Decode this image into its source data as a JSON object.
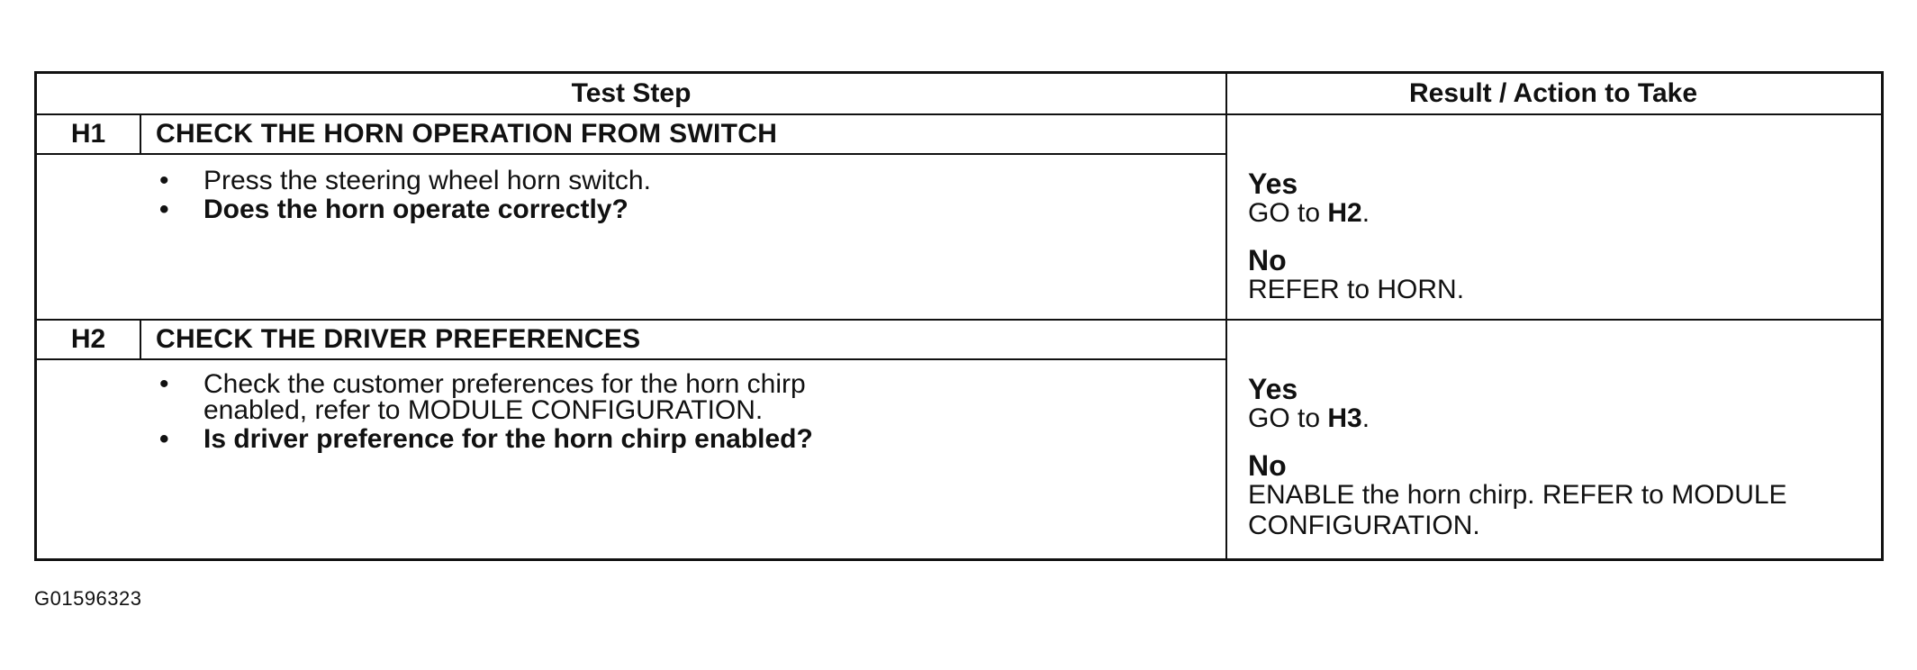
{
  "table": {
    "header": {
      "test_step": "Test Step",
      "result_action": "Result / Action to Take"
    },
    "steps": [
      {
        "id": "H1",
        "title": "CHECK THE HORN OPERATION FROM SWITCH",
        "bullets": [
          "Press the steering wheel horn switch.",
          "Does the horn operate correctly?"
        ],
        "results": [
          {
            "answer": "Yes",
            "action_prefix": "GO to ",
            "action_bold": "H2",
            "action_suffix": "."
          },
          {
            "answer": "No",
            "action_prefix": "REFER to HORN.",
            "action_bold": "",
            "action_suffix": ""
          }
        ]
      },
      {
        "id": "H2",
        "title": "CHECK THE DRIVER PREFERENCES",
        "bullets": [
          "Check the customer preferences for the horn chirp enabled, refer to MODULE CONFIGURATION.",
          "Is driver preference for the horn chirp enabled?"
        ],
        "results": [
          {
            "answer": "Yes",
            "action_prefix": "GO to ",
            "action_bold": "H3",
            "action_suffix": "."
          },
          {
            "answer": "No",
            "action_prefix": "ENABLE the horn chirp. REFER to MODULE CONFIGURATION.",
            "action_bold": "",
            "action_suffix": ""
          }
        ]
      }
    ]
  },
  "figure_id": "G01596323"
}
